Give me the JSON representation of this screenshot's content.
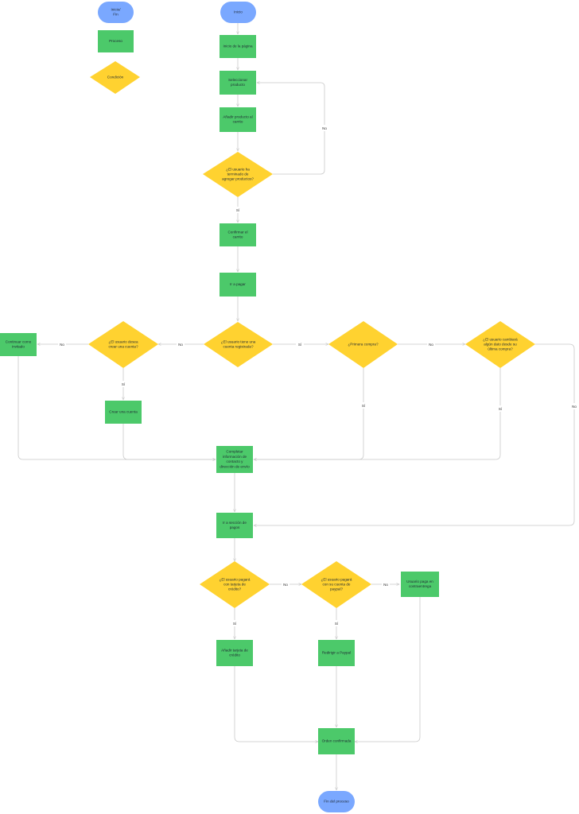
{
  "colors": {
    "terminal": "#7aa8ff",
    "process": "#4cc96a",
    "decision": "#ffd230",
    "connector": "#c9c9c9",
    "text": "#1f2933"
  },
  "legend": {
    "terminal_label": "Inicio/\nFin",
    "process_label": "Proceso",
    "decision_label": "Condición"
  },
  "nodes": {
    "start": "Inicio",
    "home": "Inicio de la página",
    "select_product": "Seleccionar\nproducto",
    "add_to_cart": "Añadir producto al\ncarrito",
    "finished_adding": "¿El usuario ha\nterminado de\nagregar productos?",
    "confirm_cart": "Confirmar el\ncarrito",
    "go_pay": "Ir a pagar",
    "has_account": "¿El usuario tiene una\ncuenta registrada?",
    "wants_account": "¿El usuario desea\ncrear una cuenta?",
    "guest": "Continuar como\ninvitado",
    "create_account": "Crear una cuenta",
    "first_purchase": "¿Primera compra?",
    "changed_data": "¿El usuario cambiará\nalgún dato desde su\núltima compra?",
    "complete_info": "Completar\ninformación de\ncontacto y\ndirección de envío",
    "payment_section": "Ir a sección de\npagos",
    "pay_card": "¿El usuario pagará\ncon tarjeta de\ncrédito?",
    "pay_paypal": "¿El usuario pagará\ncon su cuenta de\npaypal?",
    "pay_cash": "Usuario paga en\ncontraentrega",
    "add_card": "Añadir tarjeta de\ncrédito",
    "redirect_paypal": "Redirigir a Paypal",
    "order_confirmed": "Orden confirmada",
    "end": "Fin del proceso"
  },
  "edge_labels": {
    "yes": "Sí",
    "no": "No"
  }
}
